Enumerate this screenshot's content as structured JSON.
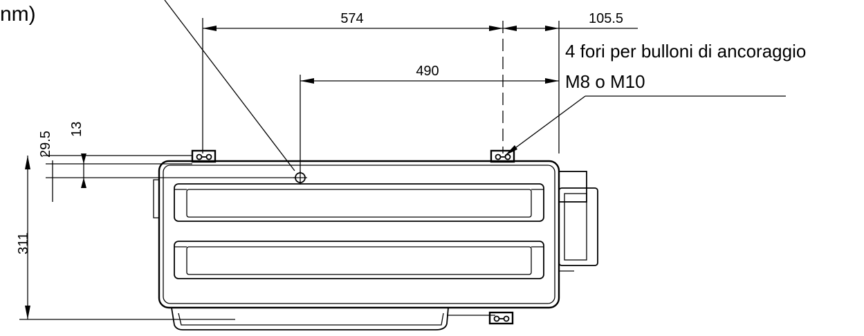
{
  "drawing": {
    "unit_label_fragment": "nm)",
    "dimensions": {
      "width_574": "574",
      "width_490": "490",
      "offset_105_5": "105.5",
      "depth_311": "311",
      "offset_29_5": "29.5",
      "offset_13": "13"
    },
    "notes": {
      "anchor_holes": "4 fori per bulloni di ancoraggio",
      "bolt_size": "M8 o M10"
    }
  }
}
